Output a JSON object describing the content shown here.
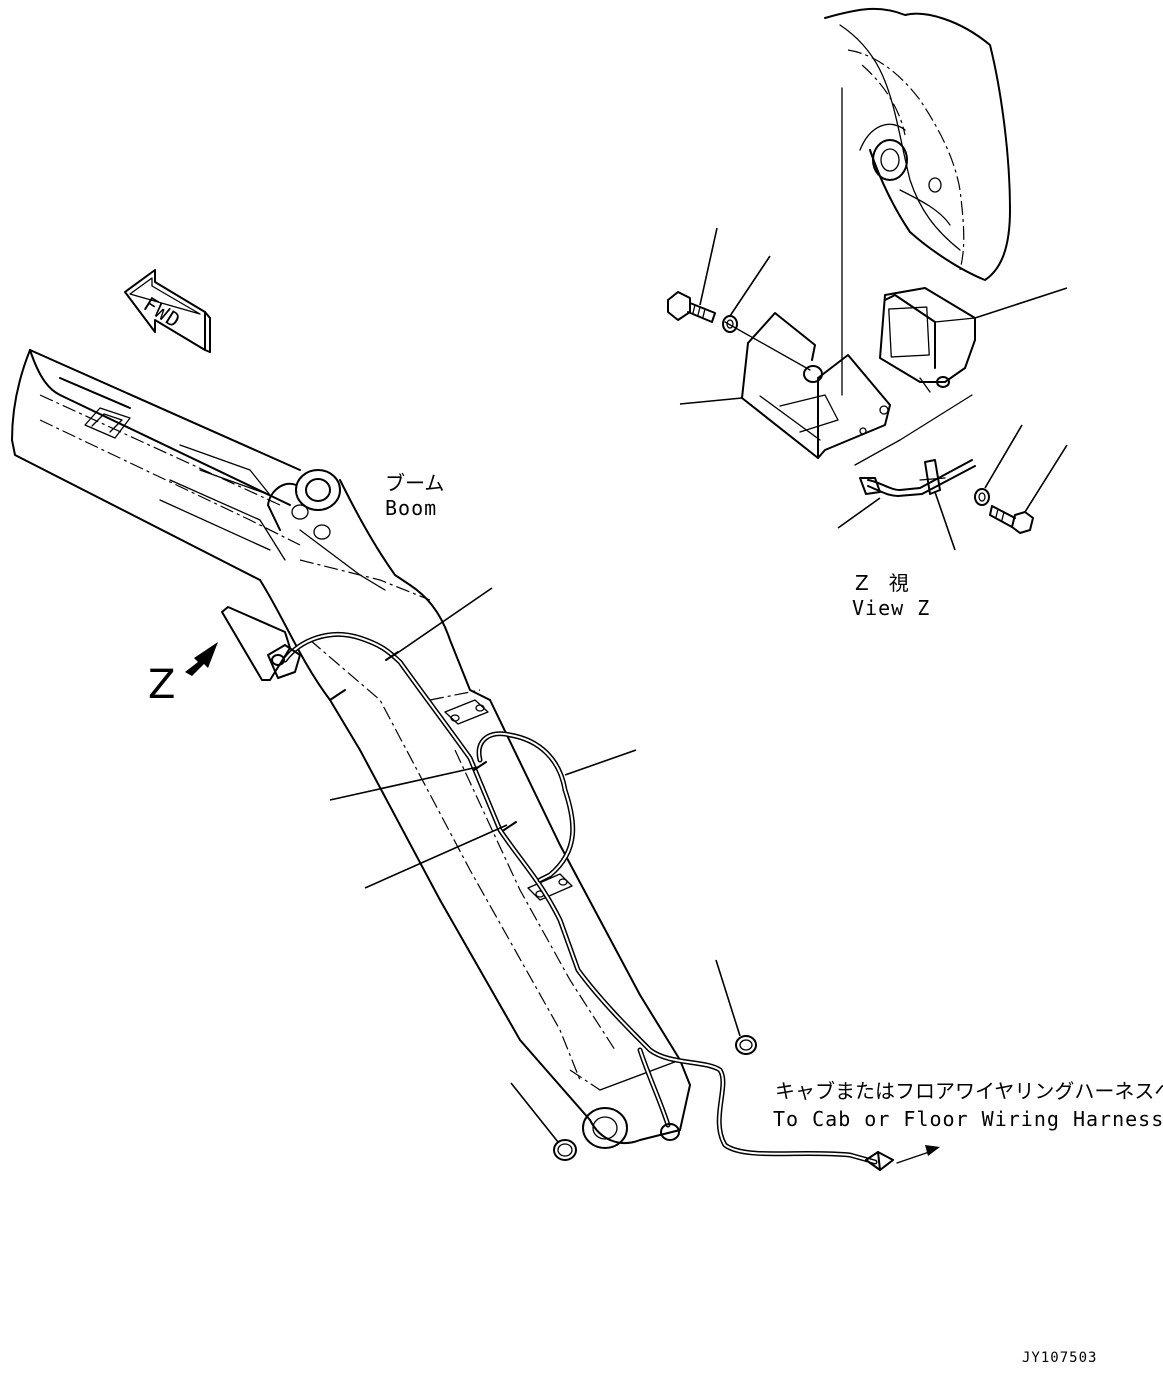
{
  "labels": {
    "fwd": "FWD",
    "boom_jp": "ブーム",
    "boom_en": "Boom",
    "z_marker": "Z",
    "view_z_jp": "Z　視",
    "view_z_en": "View Z",
    "harness_jp": "キャブまたはフロアワイヤリングハーネスへ",
    "harness_en": "To Cab or Floor Wiring Harness",
    "drawing_id": "JY107503"
  },
  "colors": {
    "line": "#000000",
    "background": "#ffffff"
  },
  "icons": {
    "direction_arrow": "fwd-arrow-icon",
    "view_arrow": "view-arrow-icon"
  }
}
